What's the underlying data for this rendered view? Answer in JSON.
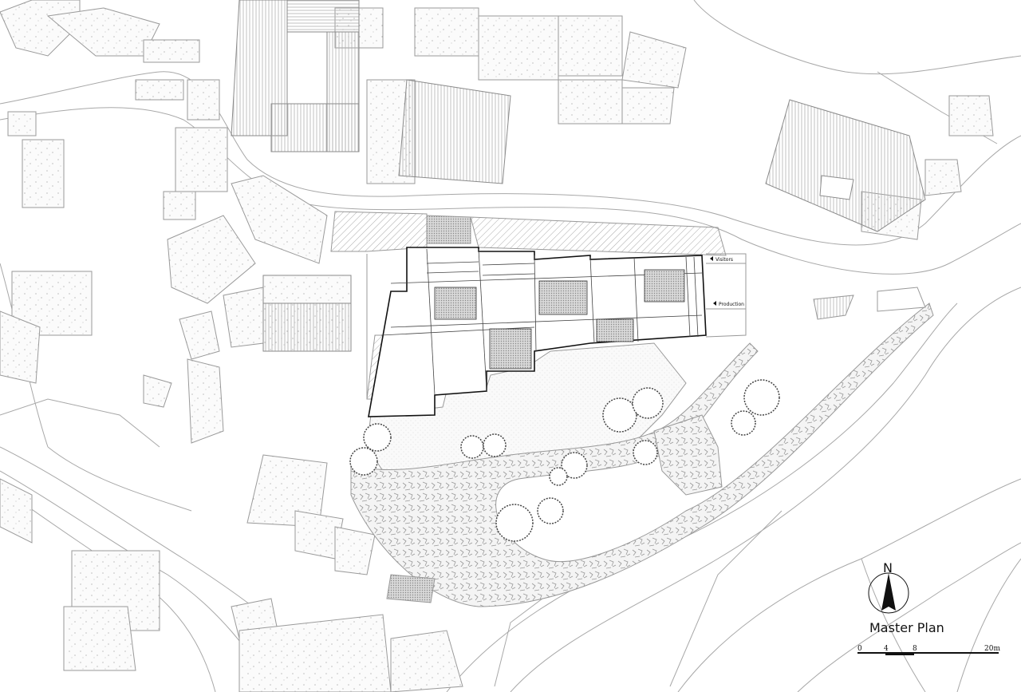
{
  "drawing": {
    "title": "Master Plan",
    "labels": {
      "visitors": "Visitors",
      "production": "Production"
    },
    "north_arrow": {
      "letter": "N",
      "icon": "north-arrow-icon"
    },
    "scale_bar": {
      "ticks": [
        "0",
        "4",
        "8",
        "20m"
      ]
    },
    "colors": {
      "line": "#9a9a9a",
      "building_outline": "#111111",
      "hatch": "#b5b5b5"
    }
  }
}
